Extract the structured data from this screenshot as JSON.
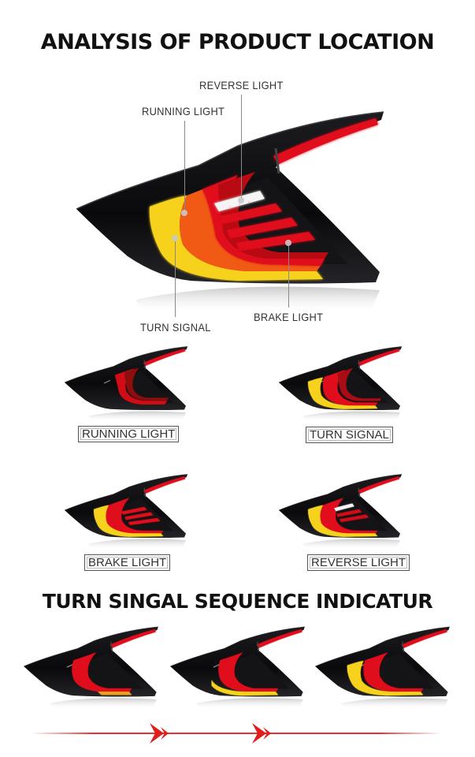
{
  "header": {
    "title": "ANALYSIS OF PRODUCT LOCATION"
  },
  "main_diagram": {
    "callouts": [
      {
        "id": "reverse",
        "label": "REVERSE LIGHT"
      },
      {
        "id": "running",
        "label": "RUNNING LIGHT"
      },
      {
        "id": "turn",
        "label": "TURN SIGNAL"
      },
      {
        "id": "brake",
        "label": "BRAKE LIGHT"
      }
    ]
  },
  "modes": {
    "items": [
      {
        "label": "RUNNING LIGHT",
        "state": "running"
      },
      {
        "label": "TURN SIGNAL",
        "state": "turn"
      },
      {
        "label": "BRAKE LIGHT",
        "state": "brake"
      },
      {
        "label": "REVERSE LIGHT",
        "state": "reverse"
      }
    ]
  },
  "sequence": {
    "title": "TURN SINGAL SEQUENCE INDICATUR",
    "steps": [
      {
        "step": 1,
        "yellow_fill": "low"
      },
      {
        "step": 2,
        "yellow_fill": "mid"
      },
      {
        "step": 3,
        "yellow_fill": "full"
      }
    ],
    "arrow_icon": "double-chevron-right-icon"
  },
  "colors": {
    "lamp_red": "#e0101a",
    "lamp_yellow": "#f6d21c",
    "housing_black": "#0c0c0e",
    "arrow_red": "#e21b1b",
    "text_dark": "#111111"
  }
}
